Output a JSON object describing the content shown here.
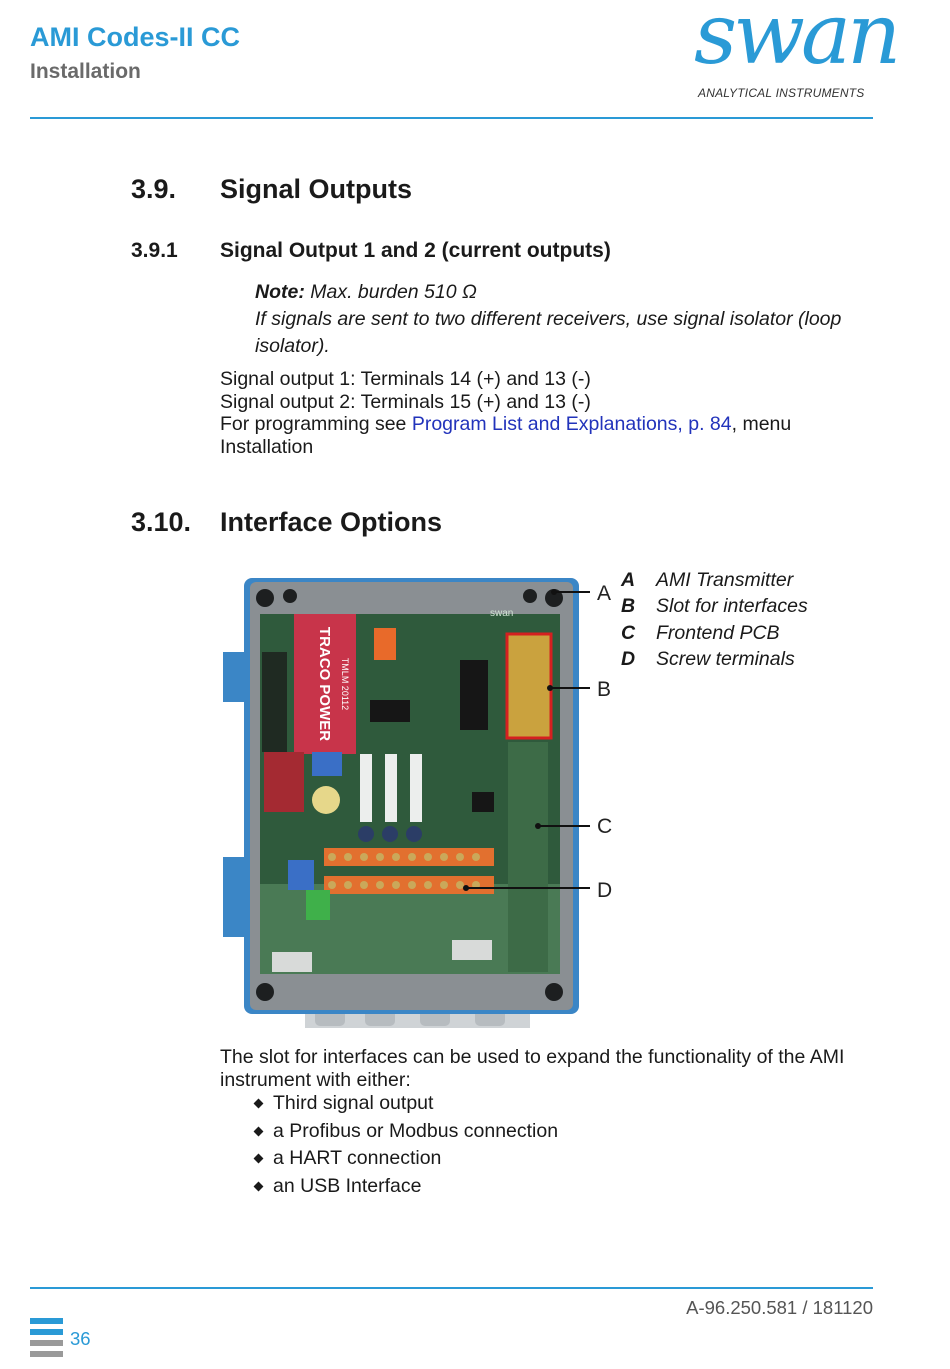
{
  "header": {
    "title": "AMI Codes-II CC",
    "subtitle": "Installation"
  },
  "logo": {
    "word": "swan",
    "tagline": "ANALYTICAL INSTRUMENTS"
  },
  "section_3_9": {
    "number": "3.9.",
    "title": "Signal Outputs"
  },
  "section_3_9_1": {
    "number": "3.9.1",
    "title": "Signal Output 1 and 2 (current outputs)"
  },
  "note": {
    "label": "Note:",
    "text1": " Max. burden 510 Ω",
    "text2": "If signals are sent to two different receivers, use signal isolator (loop isolator)."
  },
  "outputs": {
    "line1": "Signal output 1: Terminals 14 (+) and 13 (-)",
    "line2": "Signal output 2: Terminals 15 (+) and 13 (-)",
    "prog_prefix": "For programming see ",
    "prog_link": "Program List and Explanations, p. 84",
    "prog_suffix": ", menu Installation"
  },
  "section_3_10": {
    "number": "3.10.",
    "title": "Interface Options"
  },
  "figure": {
    "pcb_brand": "TRACO POWER",
    "pcb_model": "TMLM 20112",
    "board_logo": "swan",
    "callouts": [
      "A",
      "B",
      "C",
      "D"
    ],
    "legend": [
      {
        "letter": "A",
        "text": "AMI Transmitter"
      },
      {
        "letter": "B",
        "text": "Slot for interfaces"
      },
      {
        "letter": "C",
        "text": "Frontend PCB"
      },
      {
        "letter": "D",
        "text": "Screw terminals"
      }
    ]
  },
  "slot_text": "The slot for interfaces can be used to expand the functionality of the AMI instrument with either:",
  "bullets": [
    "Third signal output",
    "a Profibus or Modbus connection",
    "a HART connection",
    "an USB Interface"
  ],
  "footer": {
    "doc_code": "A-96.250.581 / 181120",
    "page": "36"
  },
  "colors": {
    "accent": "#2a9ad6",
    "link": "#2233bb",
    "housing": "#3b86c6",
    "pcb": "#2f5a3c",
    "highlight": "#d42020"
  }
}
